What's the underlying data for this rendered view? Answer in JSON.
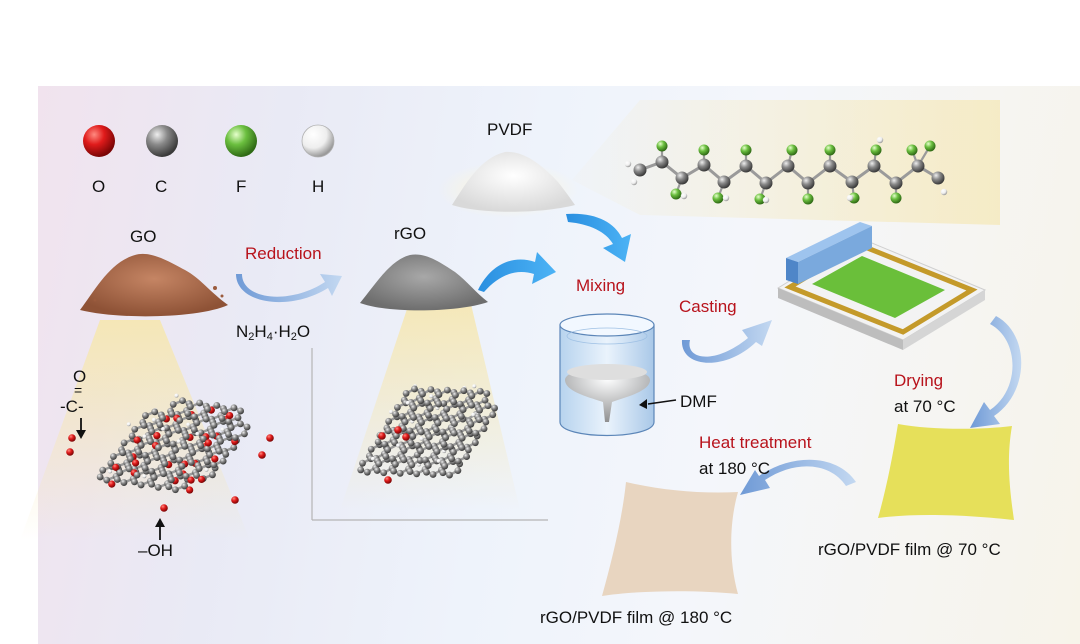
{
  "legend": [
    {
      "symbol": "O",
      "color": "#d71920"
    },
    {
      "symbol": "C",
      "color": "#8a8a8a"
    },
    {
      "symbol": "F",
      "color": "#6bbf3f"
    },
    {
      "symbol": "H",
      "color": "#f4f4f4"
    }
  ],
  "labels": {
    "go": "GO",
    "rgo": "rGO",
    "pvdf": "PVDF",
    "reduction": "Reduction",
    "reagent_n": "N",
    "reagent_n_sub": "2",
    "reagent_h": "H",
    "reagent_h_sub": "4",
    "reagent_dot": "·H",
    "reagent_water_sub": "2",
    "reagent_o": "O",
    "mixing": "Mixing",
    "casting": "Casting",
    "dmf": "DMF",
    "drying": "Drying",
    "drying_temp": "at 70 °C",
    "heat": "Heat treatment",
    "heat_temp": "at 180 °C",
    "film70": "rGO/PVDF film @ 70 °C",
    "film180": "rGO/PVDF film @ 180 °C",
    "carbonyl_o": "O",
    "carbonyl_eq": "=",
    "carbonyl_c": "-C-",
    "hydroxyl": "–OH"
  },
  "colors": {
    "process_label": "#b8131c",
    "arrow_blue": "#8fb3df",
    "film70": "#e6e05a",
    "film180": "#e8d5c0",
    "go_powder": "#a8684a",
    "rgo_powder": "#8c8c8c",
    "substrate_frame": "#c49a2a",
    "cast_film": "#6abf3a",
    "blade": "#7aa9dd"
  }
}
